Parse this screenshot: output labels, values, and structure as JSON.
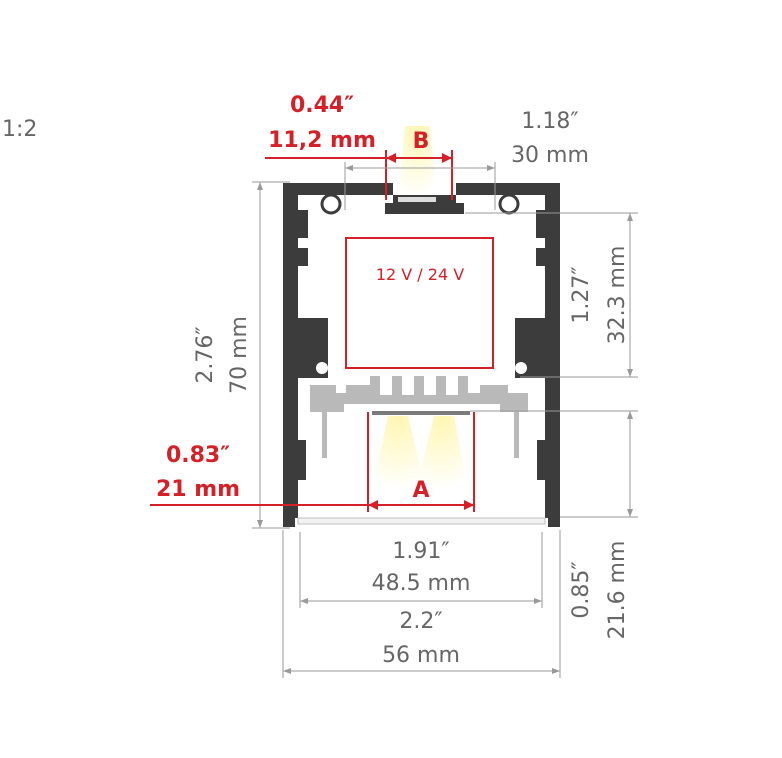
{
  "scale": "1:2",
  "dimensions": {
    "slot_b": {
      "inch": "0.44″",
      "mm": "11,2 mm",
      "label": "B"
    },
    "top_width": {
      "inch": "1.18″",
      "mm": "30 mm"
    },
    "upper_height": {
      "inch": "1.27″",
      "mm": "32.3 mm"
    },
    "total_height": {
      "inch": "2.76″",
      "mm": "70 mm"
    },
    "slot_a": {
      "inch": "0.83″",
      "mm": "21 mm",
      "label": "A"
    },
    "inner_width": {
      "inch": "1.91″",
      "mm": "48.5 mm"
    },
    "total_width": {
      "inch": "2.2″",
      "mm": "56 mm"
    },
    "lower_height": {
      "inch": "0.85″",
      "mm": "21.6 mm"
    }
  },
  "power_label": "12 V / 24 V",
  "colors": {
    "profile": "#3c3c3c",
    "insert": "#b9b9b9",
    "highlight": "#d62027",
    "dimension": "#666666"
  }
}
